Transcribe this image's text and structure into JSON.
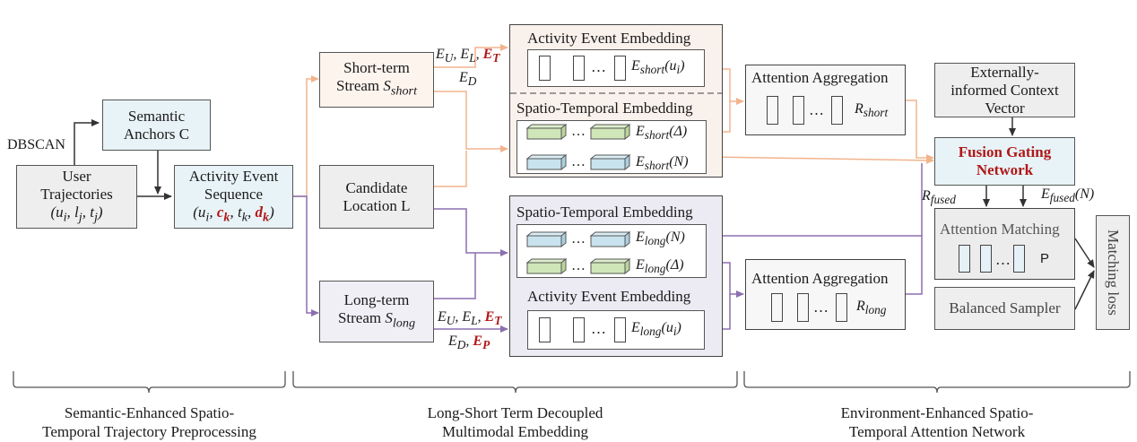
{
  "colors": {
    "short": "#f2b48d",
    "long": "#8c6fb0",
    "red": "#b01818",
    "cube_green": "#cfe6b8",
    "cube_blue": "#c9e3ee"
  },
  "left": {
    "dbscan": "DBSCAN",
    "semantic_anchors": [
      "Semantic",
      "Anchors C"
    ],
    "user_traj": {
      "line1": "User",
      "line2": "Trajectories",
      "math": "(u",
      "sub_i": "i",
      "comma1": ", l",
      "sub_j": "j",
      "comma2": ", t",
      "sub_j2": "j",
      "close": ")"
    },
    "activity_seq": {
      "line1": "Activity Event",
      "line2": "Sequence",
      "p1": "(u",
      "s1": "i",
      "c": "c",
      "cs": "k",
      "t": "t",
      "ts": "k",
      "d": "d",
      "ds": "k"
    }
  },
  "middle": {
    "short_stream": {
      "line1": "Short-term",
      "line2": "Stream",
      "S": "S",
      "sub": "short"
    },
    "candidate": {
      "line1": "Candidate",
      "line2": "Location L"
    },
    "long_stream": {
      "line1": "Long-term",
      "line2": "Stream",
      "S": "S",
      "sub": "long"
    },
    "short_labels": {
      "eu": "E",
      "eu_sub": "U",
      "el": "E",
      "el_sub": "L",
      "et": "E",
      "et_sub": "T",
      "ed": "E",
      "ed_sub": "D"
    },
    "long_labels": {
      "eu": "E",
      "eu_sub": "U",
      "el": "E",
      "el_sub": "L",
      "et": "E",
      "et_sub": "T",
      "ed": "E",
      "ed_sub": "D",
      "ep": "E",
      "ep_sub": "P"
    },
    "top_panel": {
      "activity_title": "Activity Event Embedding",
      "st_title": "Spatio-Temporal  Embedding",
      "ellipsis": "…",
      "e_short_u": {
        "E": "E",
        "sub": "short",
        "arg": "(u",
        "arg_sub": "i",
        "close": ")"
      },
      "e_short_delta": {
        "E": "E",
        "sub": "short",
        "arg": "(Δ)"
      },
      "e_short_n": {
        "E": "E",
        "sub": "short",
        "arg": "(N)"
      }
    },
    "bottom_panel": {
      "st_title": "Spatio-Temporal  Embedding",
      "activity_title": "Activity Event Embedding",
      "ellipsis": "…",
      "e_long_n": {
        "E": "E",
        "sub": "long",
        "arg": "(N)"
      },
      "e_long_delta": {
        "E": "E",
        "sub": "long",
        "arg": "(Δ)"
      },
      "e_long_u": {
        "E": "E",
        "sub": "long",
        "arg": "(u",
        "arg_sub": "i",
        "close": ")"
      }
    }
  },
  "right": {
    "attn_short": {
      "title": "Attention Aggregation",
      "R": "R",
      "sub": "short",
      "ellipsis": "…"
    },
    "attn_long": {
      "title": "Attention Aggregation",
      "R": "R",
      "sub": "long",
      "ellipsis": "…"
    },
    "context": [
      "Externally-",
      "informed Context",
      "Vector"
    ],
    "fusion": [
      "Fusion Gating",
      "Network"
    ],
    "r_fused": {
      "R": "R",
      "sub": "fused"
    },
    "e_fused": {
      "E": "E",
      "sub": "fused",
      "arg": "(N)"
    },
    "attn_match": {
      "title": "Attention Matching",
      "ellipsis": "…",
      "p": "P"
    },
    "balanced": "Balanced Sampler",
    "matching_loss": "Matching loss"
  },
  "captions": {
    "stage1": [
      "Semantic-Enhanced Spatio-",
      "Temporal Trajectory Preprocessing"
    ],
    "stage2": [
      "Long-Short Term Decoupled",
      "Multimodal Embedding"
    ],
    "stage3": [
      "Environment-Enhanced Spatio-",
      "Temporal Attention Network"
    ]
  }
}
